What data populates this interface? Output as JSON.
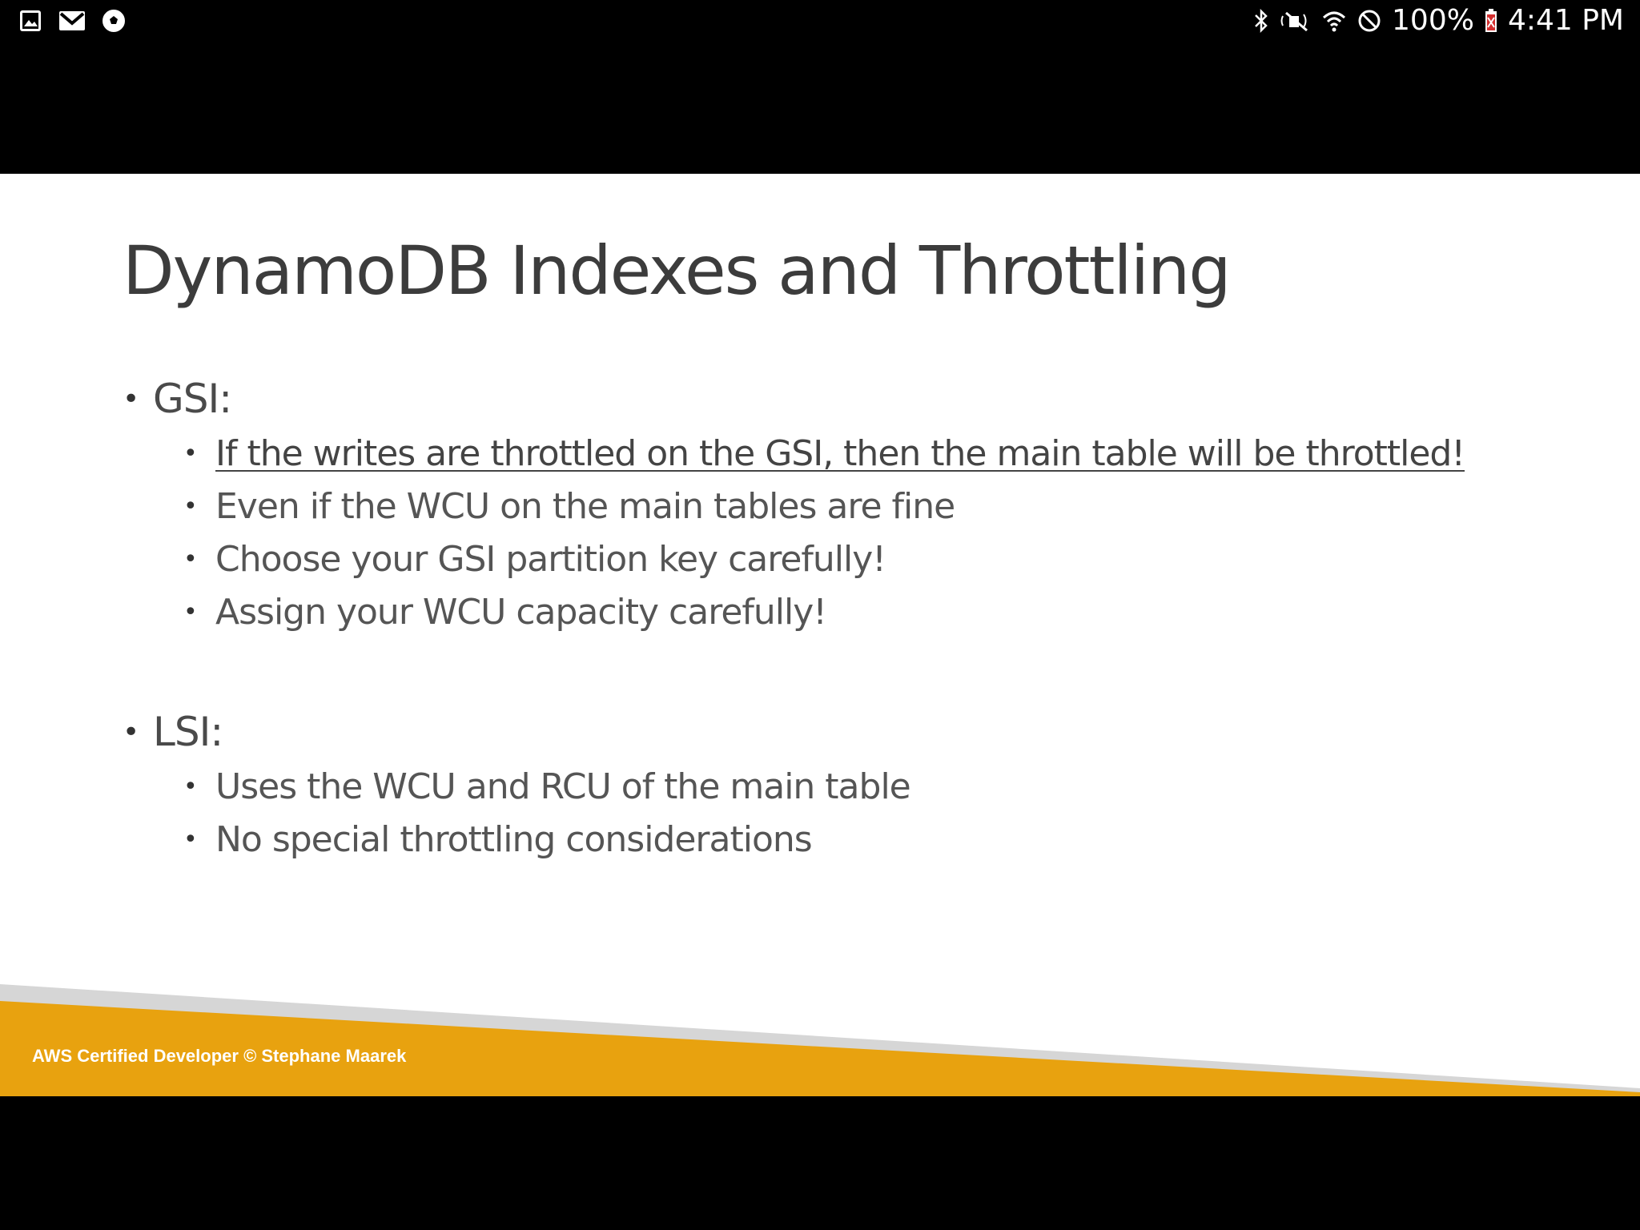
{
  "status_bar": {
    "left_icons": [
      "gallery-icon",
      "gmail-icon",
      "soccer-ball-icon"
    ],
    "right_icons": [
      "bluetooth-icon",
      "mute-icon",
      "wifi-icon",
      "do-not-disturb-icon"
    ],
    "battery": "100%",
    "time": "4:41 PM"
  },
  "slide": {
    "title": "DynamoDB Indexes and Throttling",
    "sections": [
      {
        "heading": "GSI:",
        "items": [
          "If the writes are throttled on the GSI, then the main table will be throttled!",
          "Even if the WCU on the main tables are fine",
          "Choose your GSI partition key carefully!",
          "Assign your WCU capacity carefully!"
        ]
      },
      {
        "heading": "LSI:",
        "items": [
          "Uses the WCU and RCU of the main table",
          "No special throttling considerations"
        ]
      }
    ],
    "footer": "AWS Certified Developer © Stephane Maarek"
  },
  "colors": {
    "footer_orange": "#E8A20F",
    "footer_gray": "#D6D6D6",
    "title_text": "#3C3C3C"
  }
}
